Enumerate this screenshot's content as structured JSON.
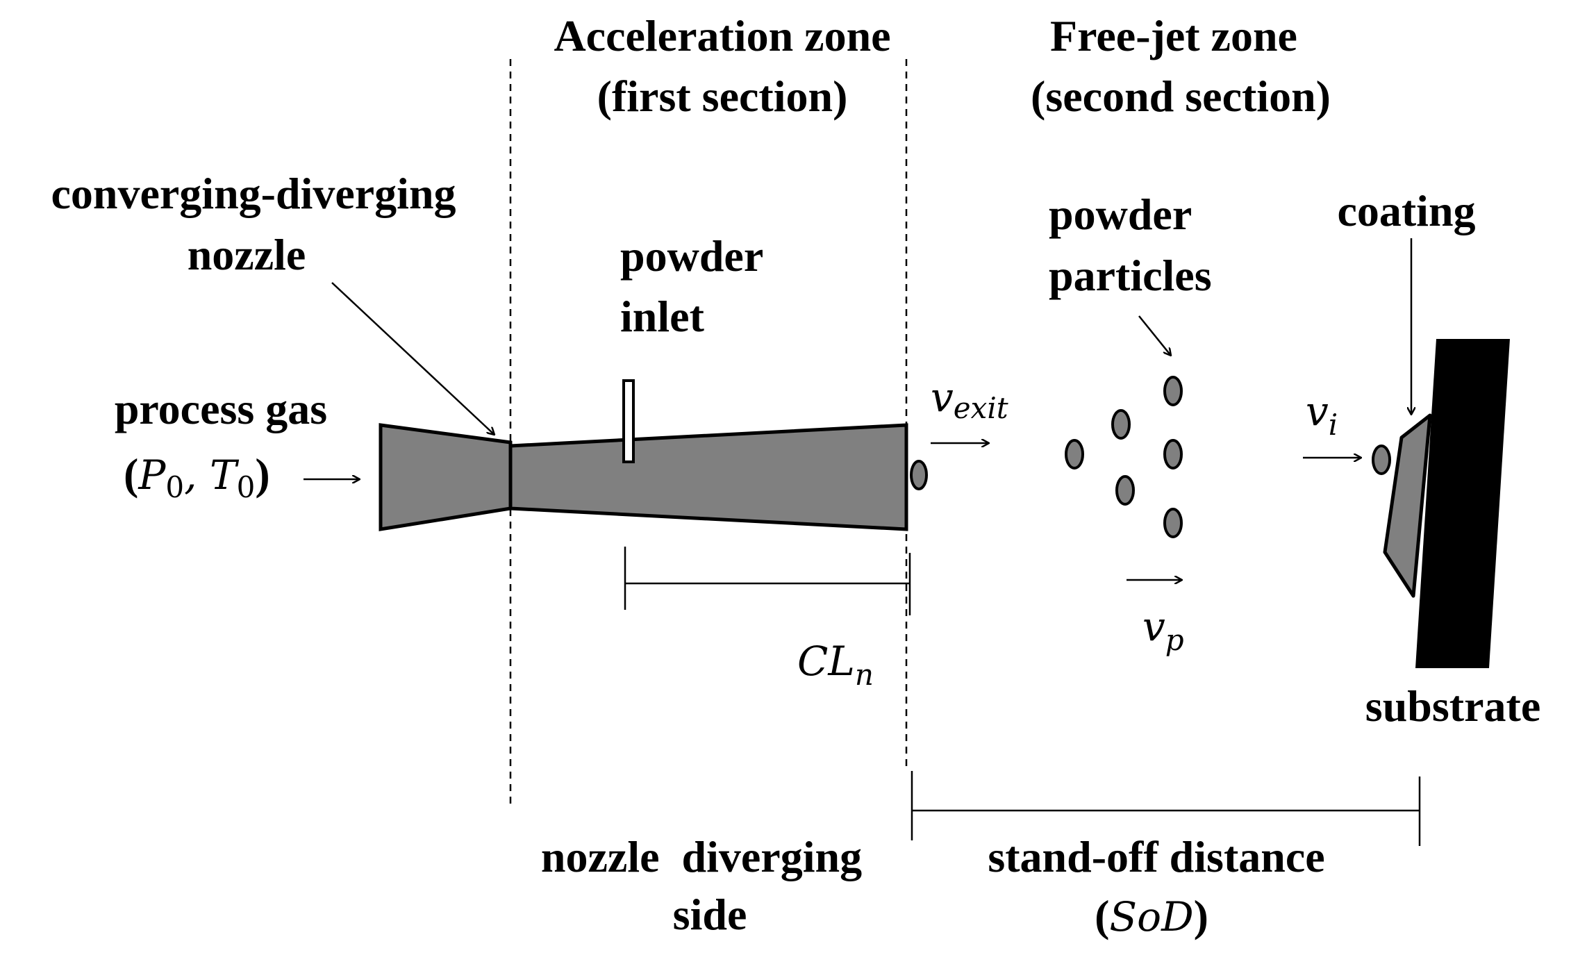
{
  "colors": {
    "nozzle_fill": "#808080",
    "particle_fill": "#808080",
    "coating_fill": "#808080",
    "substrate_fill": "#000000",
    "line": "#000000",
    "background": "#ffffff"
  },
  "zones": {
    "acceleration_line1": "Acceleration zone",
    "acceleration_line2": "(first section)",
    "freejet_line1": "Free-jet zone",
    "freejet_line2": "(second section)"
  },
  "labels": {
    "nozzle_line1": "converging-diverging",
    "nozzle_line2": "nozzle",
    "process_gas": "process gas",
    "p0_base": "P",
    "p0_sub": "0",
    "t0_base": "T",
    "t0_sub": "0",
    "powder_inlet_line1": "powder",
    "powder_inlet_line2": "inlet",
    "powder_particles_line1": "powder",
    "powder_particles_line2": "particles",
    "coating": "coating",
    "substrate": "substrate",
    "nozzle_diverging_line1": "nozzle  diverging",
    "nozzle_diverging_line2": "side",
    "standoff_line1": "stand-off distance",
    "standoff_abbr": "SoD"
  },
  "symbols": {
    "v_exit_base": "v",
    "v_exit_sub": "exit",
    "v_i_base": "v",
    "v_i_sub": "i",
    "v_p_base": "v",
    "v_p_sub": "p",
    "cl_base": "CL",
    "cl_sub": "n"
  },
  "icons": {
    "particle": "ellipse-particle",
    "arrow": "flow-arrow"
  }
}
